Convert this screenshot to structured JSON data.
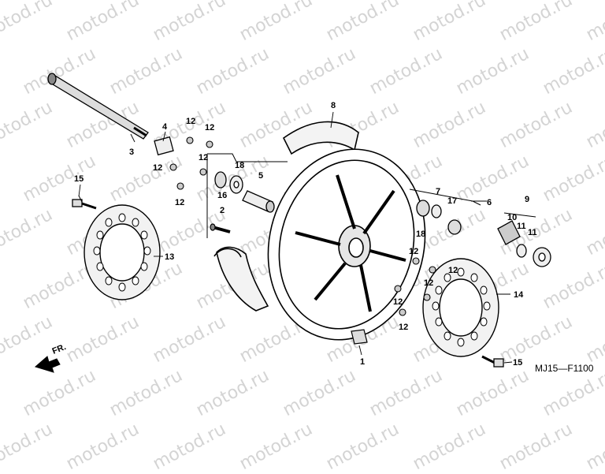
{
  "watermark": "motod.ru",
  "diagram_code": "MJ15—F1100",
  "direction_label": "FR.",
  "callouts": [
    "1",
    "2",
    "3",
    "4",
    "5",
    "6",
    "7",
    "8",
    "9",
    "10",
    "11",
    "11",
    "12",
    "12",
    "12",
    "12",
    "12",
    "12",
    "12",
    "12",
    "12",
    "12",
    "13",
    "14",
    "15",
    "15",
    "16",
    "17",
    "18",
    "18"
  ]
}
